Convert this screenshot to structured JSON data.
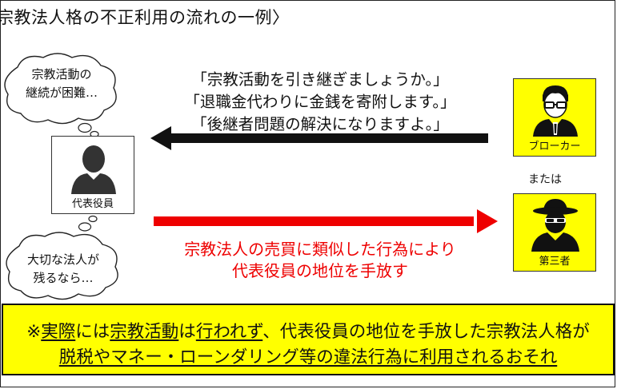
{
  "title": "宗教法人格の不正利用の流れの一例〉",
  "thought_top": {
    "line1": "宗教活動の",
    "line2": "継続が困難…"
  },
  "thought_bottom": {
    "line1": "大切な法人が",
    "line2": "残るなら…"
  },
  "quotes": [
    "「宗教活動を引き継ぎましょうか。」",
    "「退職金代わりに金銭を寄附します。」",
    "「後継者問題の解決になりますよ。」"
  ],
  "representative": {
    "label": "代表役員",
    "icon": "person-icon"
  },
  "broker": {
    "label": "ブローカー",
    "icon": "glasses-man-icon"
  },
  "or_label": "または",
  "third_party": {
    "label": "第三者",
    "icon": "spy-icon"
  },
  "red_text": {
    "line1": "宗教法人の売買に類似した行為により",
    "line2": "代表役員の地位を手放す"
  },
  "banner": {
    "line1_prefix": "※",
    "line1_u1": "実際",
    "line1_mid1": "には",
    "line1_u2": "宗教活動",
    "line1_mid2": "は",
    "line1_u3": "行われず",
    "line1_rest": "、代表役員の地位を手放した宗教法人格が",
    "line2_u": "脱税やマネー・ローンダリング等の違法行為に利用されるおそれ"
  },
  "colors": {
    "yellow": "#ffff00",
    "red": "#ee0000",
    "black": "#111111"
  }
}
